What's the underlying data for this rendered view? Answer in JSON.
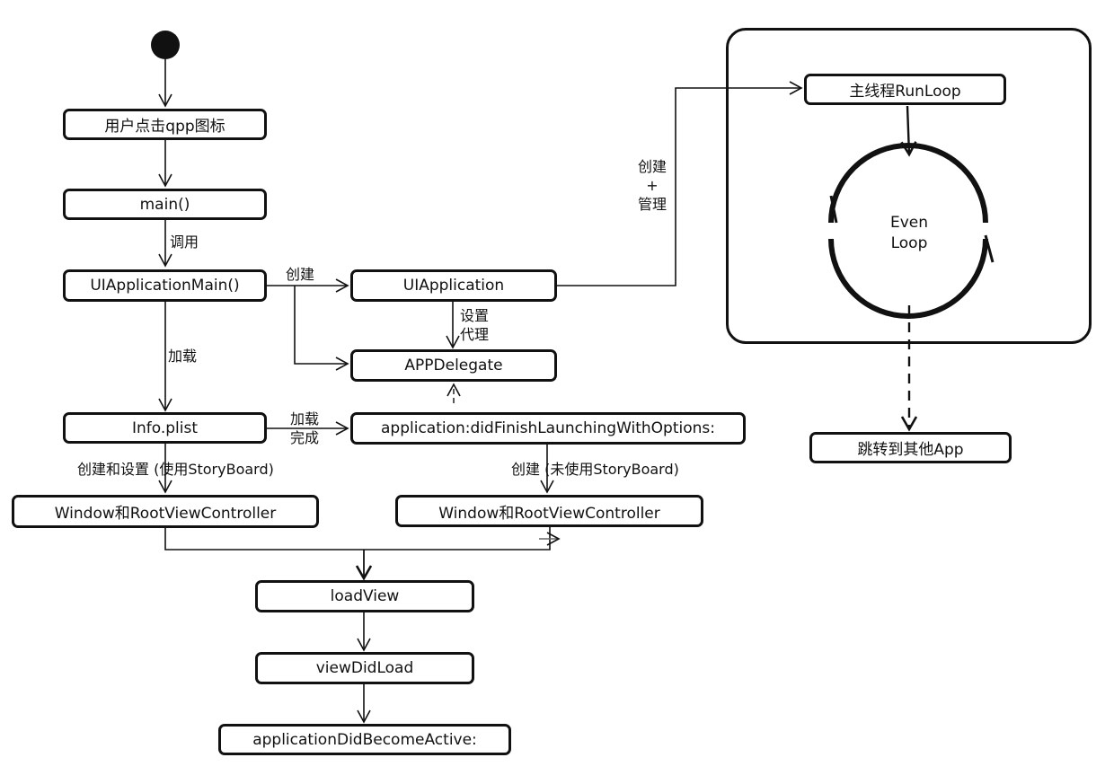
{
  "nodes": {
    "tap_icon": "用户点击qpp图标",
    "main": "main()",
    "ui_application_main": "UIApplicationMain()",
    "ui_application": "UIApplication",
    "app_delegate": "APPDelegate",
    "info_plist": "Info.plist",
    "did_finish_launching": "application:didFinishLaunchingWithOptions:",
    "window_root_left": "Window和RootViewController",
    "window_root_right": "Window和RootViewController",
    "load_view": "loadView",
    "view_did_load": "viewDidLoad",
    "did_become_active": "applicationDidBecomeActive:",
    "main_runloop": "主线程RunLoop",
    "jump_other_app": "跳转到其他App"
  },
  "labels": {
    "call": "调用",
    "create": "创建",
    "set_delegate_line1": "设置",
    "set_delegate_line2": "代理",
    "load": "加载",
    "load_done_line1": "加载",
    "load_done_line2": "完成",
    "create_and_set": "创建和设置 (使用StoryBoard)",
    "create_no_storyboard": "创建 (未使用StoryBoard)",
    "create_manage_line1": "创建",
    "create_manage_line2": "+",
    "create_manage_line3": "管理",
    "event_loop_line1": "Even",
    "event_loop_line2": "Loop"
  }
}
